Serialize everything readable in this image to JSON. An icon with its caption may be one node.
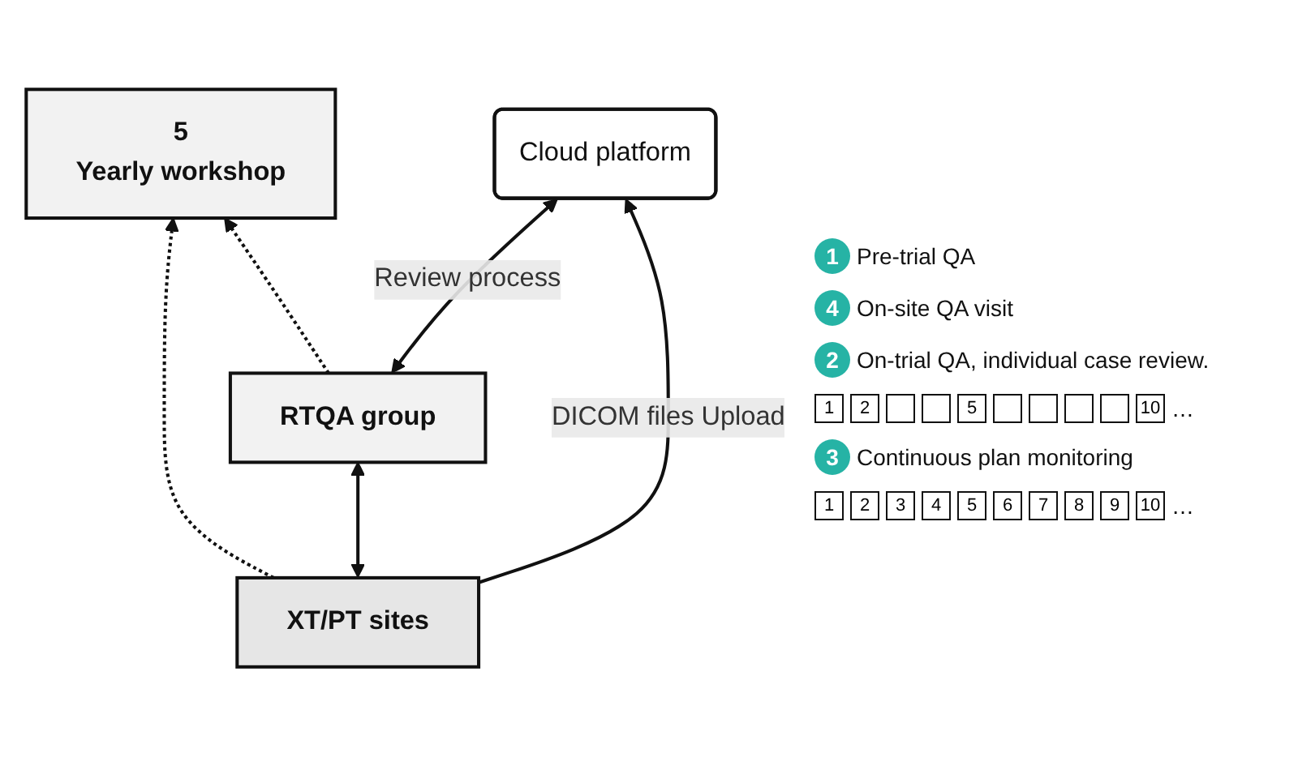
{
  "diagram": {
    "nodes": [
      {
        "text": [
          "5",
          "Yearly workshop"
        ]
      },
      {
        "text": [
          "RTQA group"
        ]
      },
      {
        "text": [
          "XT/PT sites"
        ]
      },
      {
        "text": [
          "Cloud platform"
        ]
      }
    ],
    "edges": [
      {
        "from": 1,
        "to": 0,
        "arrow": "to",
        "style": "dashed"
      },
      {
        "from": 2,
        "to": 0,
        "arrow": "to",
        "style": "dashed"
      },
      {
        "from": 2,
        "to": 1,
        "arrow": "both"
      },
      {
        "from": 1,
        "to": 3,
        "arrow": "both",
        "label": "Review process"
      },
      {
        "from": 2,
        "to": 3,
        "arrow": "to",
        "label": "DICOM files Upload"
      }
    ],
    "labels": [
      "1",
      "Pre-trial QA",
      "4",
      "On-site QA visit",
      "2",
      "On-trial QA, individual case review.",
      "1",
      "2",
      "5",
      "10",
      "…",
      "3",
      "Continuous plan monitoring",
      "1",
      "2",
      "3",
      "4",
      "5",
      "6",
      "7",
      "8",
      "9",
      "10",
      "…"
    ]
  }
}
